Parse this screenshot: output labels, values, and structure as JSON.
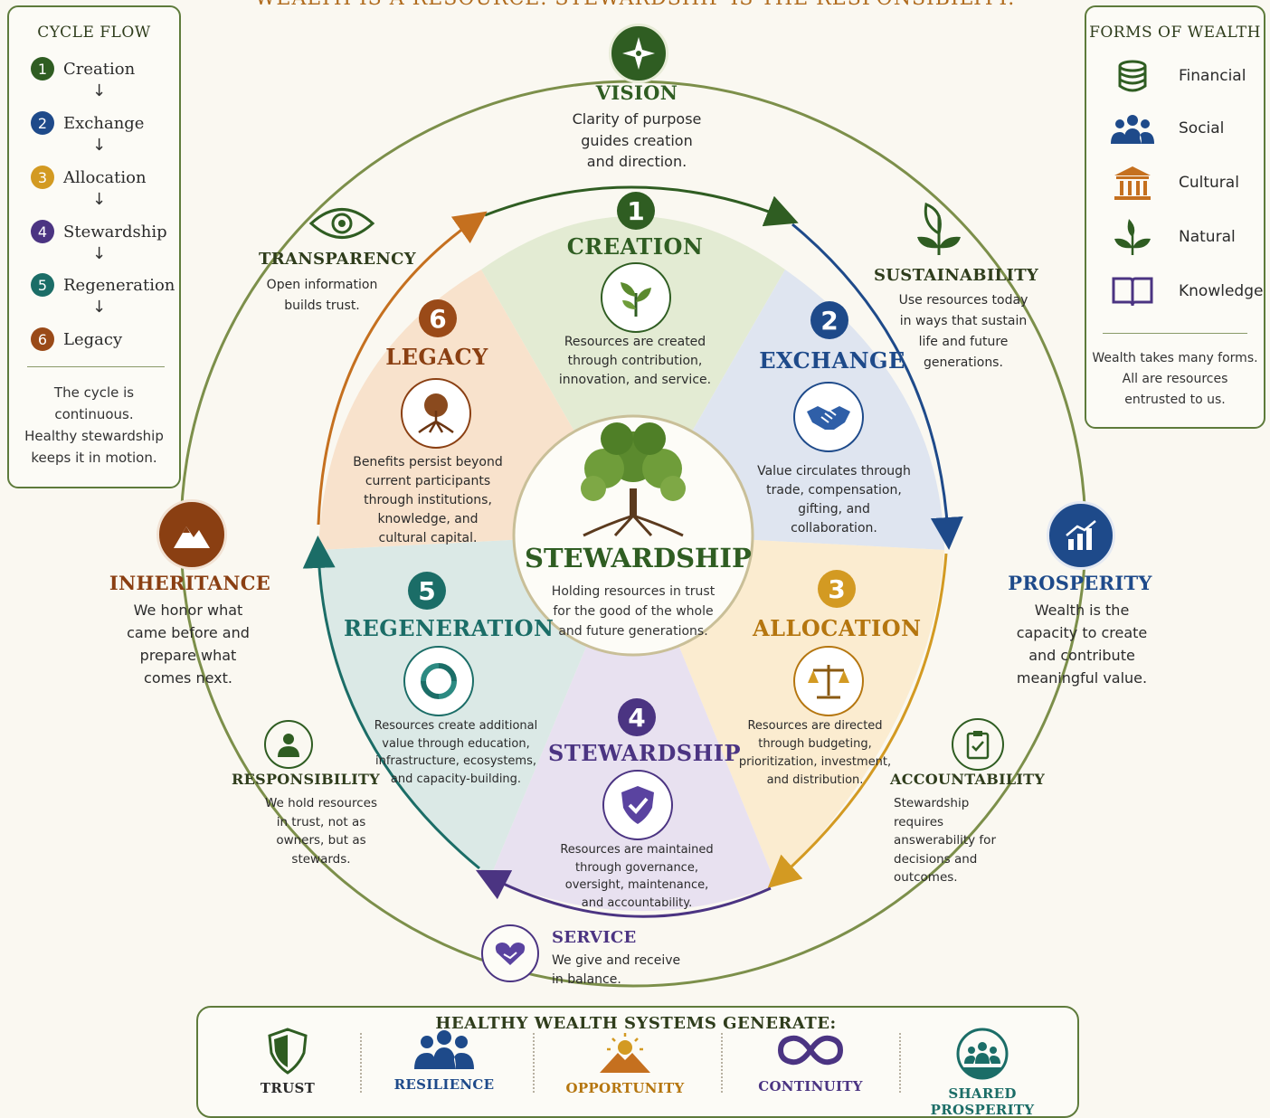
{
  "banner": "WEALTH IS A RESOURCE. STEWARDSHIP IS THE RESPONSIBILITY.",
  "colors": {
    "creation": "#2f5d22",
    "exchange": "#1e4a8a",
    "allocation": "#d39a22",
    "stewardship": "#4b3482",
    "regeneration": "#1b6d67",
    "legacy": "#9a4a18",
    "frame": "#5e7b3b"
  },
  "cycle_flow": {
    "title": "CYCLE FLOW",
    "steps": [
      {
        "num": "1",
        "label": "Creation"
      },
      {
        "num": "2",
        "label": "Exchange"
      },
      {
        "num": "3",
        "label": "Allocation"
      },
      {
        "num": "4",
        "label": "Stewardship"
      },
      {
        "num": "5",
        "label": "Regeneration"
      },
      {
        "num": "6",
        "label": "Legacy"
      }
    ],
    "arrow": "↓",
    "note": [
      "The cycle is",
      "continuous.",
      "Healthy stewardship",
      "keeps it in motion."
    ]
  },
  "forms_of_wealth": {
    "title": "FORMS OF WEALTH",
    "items": [
      {
        "label": "Financial",
        "icon": "coins-icon"
      },
      {
        "label": "Social",
        "icon": "people-icon"
      },
      {
        "label": "Cultural",
        "icon": "museum-icon"
      },
      {
        "label": "Natural",
        "icon": "plant-icon"
      },
      {
        "label": "Knowledge",
        "icon": "book-icon"
      }
    ],
    "note": [
      "Wealth takes many forms.",
      "All are resources",
      "entrusted to us."
    ]
  },
  "center": {
    "title": "STEWARDSHIP",
    "text": [
      "Holding resources in trust",
      "for the good of the whole",
      "and future generations."
    ],
    "icon": "tree-icon"
  },
  "segments": {
    "creation": {
      "num": "1",
      "title": "CREATION",
      "text": [
        "Resources are created",
        "through contribution,",
        "innovation, and service."
      ],
      "icon": "sprout-icon"
    },
    "exchange": {
      "num": "2",
      "title": "EXCHANGE",
      "text": [
        "Value circulates through",
        "trade, compensation,",
        "gifting, and",
        "collaboration."
      ],
      "icon": "handshake-icon"
    },
    "allocation": {
      "num": "3",
      "title": "ALLOCATION",
      "text": [
        "Resources are directed",
        "through budgeting,",
        "prioritization, investment,",
        "and distribution."
      ],
      "icon": "scales-icon"
    },
    "stewardship": {
      "num": "4",
      "title": "STEWARDSHIP",
      "text": [
        "Resources are maintained",
        "through governance,",
        "oversight, maintenance,",
        "and accountability."
      ],
      "icon": "shield-check-icon"
    },
    "regeneration": {
      "num": "5",
      "title": "REGENERATION",
      "text": [
        "Resources create additional",
        "value through education,",
        "infrastructure, ecosystems,",
        "and capacity-building."
      ],
      "icon": "recycle-icon"
    },
    "legacy": {
      "num": "6",
      "title": "LEGACY",
      "text": [
        "Benefits persist beyond",
        "current participants",
        "through institutions,",
        "knowledge, and",
        "cultural capital."
      ],
      "icon": "roots-tree-icon"
    }
  },
  "outer": {
    "vision": {
      "title": "VISION",
      "text": [
        "Clarity of purpose",
        "guides creation",
        "and direction."
      ],
      "icon": "compass-icon"
    },
    "prosperity": {
      "title": "PROSPERITY",
      "text": [
        "Wealth is the",
        "capacity to create",
        "and contribute",
        "meaningful value."
      ],
      "icon": "growth-chart-icon"
    },
    "inheritance": {
      "title": "INHERITANCE",
      "text": [
        "We honor what",
        "came before and",
        "prepare what",
        "comes next."
      ],
      "icon": "mountains-icon"
    },
    "transparency": {
      "title": "TRANSPARENCY",
      "text": [
        "Open information",
        "builds trust."
      ],
      "icon": "eye-icon"
    },
    "sustainability": {
      "title": "SUSTAINABILITY",
      "text": [
        "Use resources today",
        "in ways that sustain",
        "life and future",
        "generations."
      ],
      "icon": "leaf-icon"
    },
    "responsibility": {
      "title": "RESPONSIBILITY",
      "text": [
        "We hold resources",
        "in trust, not as",
        "owners, but as",
        "stewards."
      ],
      "icon": "person-icon"
    },
    "accountability": {
      "title": "ACCOUNTABILITY",
      "text": [
        "Stewardship requires",
        "answerability for",
        "decisions and",
        "outcomes."
      ],
      "icon": "clipboard-check-icon"
    },
    "service": {
      "title": "SERVICE",
      "text": [
        "We give and receive",
        "in balance."
      ],
      "icon": "heart-hands-icon"
    }
  },
  "bottom": {
    "title": "HEALTHY WEALTH SYSTEMS GENERATE:",
    "items": [
      {
        "label": "TRUST",
        "icon": "shield-icon"
      },
      {
        "label": "RESILIENCE",
        "icon": "group-icon"
      },
      {
        "label": "OPPORTUNITY",
        "icon": "sunrise-icon"
      },
      {
        "label": "CONTINUITY",
        "icon": "infinity-icon"
      },
      {
        "label": "SHARED PROSPERITY",
        "icon": "community-icon"
      }
    ]
  }
}
